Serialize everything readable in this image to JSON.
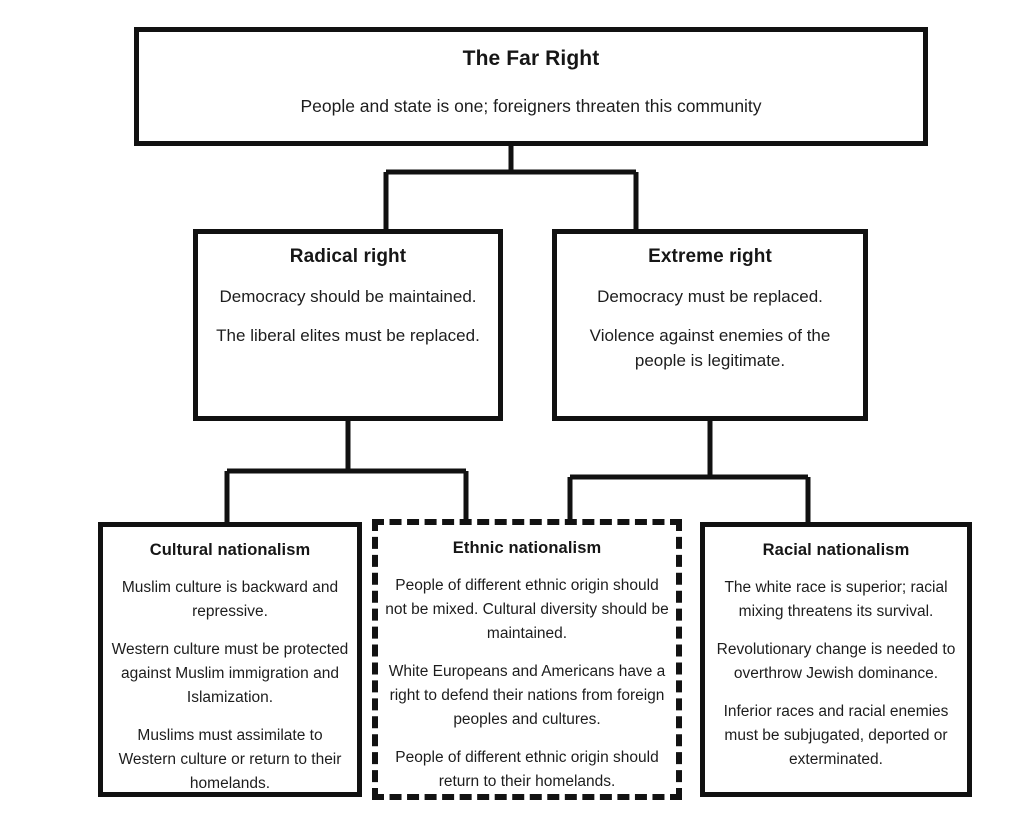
{
  "diagram": {
    "type": "hierarchy-tree",
    "levels": 3,
    "line_color": "#111111",
    "text_color": "#1a1a1a",
    "background": "#ffffff"
  },
  "nodes": {
    "root": {
      "title": "The Far Right",
      "lines": [
        "People and state is one; foreigners threaten this community"
      ],
      "border": "solid"
    },
    "radical_right": {
      "title": "Radical right",
      "lines": [
        "Democracy should be maintained.",
        "The liberal elites must be replaced."
      ],
      "border": "solid"
    },
    "extreme_right": {
      "title": "Extreme right",
      "lines": [
        "Democracy must be replaced.",
        "Violence against enemies of the people is legitimate."
      ],
      "border": "solid"
    },
    "cultural_nationalism": {
      "title": "Cultural nationalism",
      "lines": [
        "Muslim culture is backward and repressive.",
        "Western culture must be protected against Muslim immigration and Islamization.",
        "Muslims must assimilate to Western culture or return to their homelands."
      ],
      "border": "solid"
    },
    "ethnic_nationalism": {
      "title": "Ethnic nationalism",
      "lines": [
        "People of different ethnic origin should not be mixed. Cultural diversity should be maintained.",
        "White Europeans and Americans have a right to defend their nations from foreign peoples and cultures.",
        "People of different ethnic origin should return to their homelands."
      ],
      "border": "dashed"
    },
    "racial_nationalism": {
      "title": "Racial nationalism",
      "lines": [
        "The white race is superior; racial mixing threatens its survival.",
        "Revolutionary change is needed to overthrow Jewish dominance.",
        "Inferior races and racial enemies must be subjugated, deported or exterminated."
      ],
      "border": "solid"
    }
  },
  "edges": [
    {
      "from": "root",
      "to": "radical_right"
    },
    {
      "from": "root",
      "to": "extreme_right"
    },
    {
      "from": "radical_right",
      "to": "cultural_nationalism"
    },
    {
      "from": "radical_right",
      "to": "ethnic_nationalism"
    },
    {
      "from": "extreme_right",
      "to": "ethnic_nationalism"
    },
    {
      "from": "extreme_right",
      "to": "racial_nationalism"
    }
  ]
}
